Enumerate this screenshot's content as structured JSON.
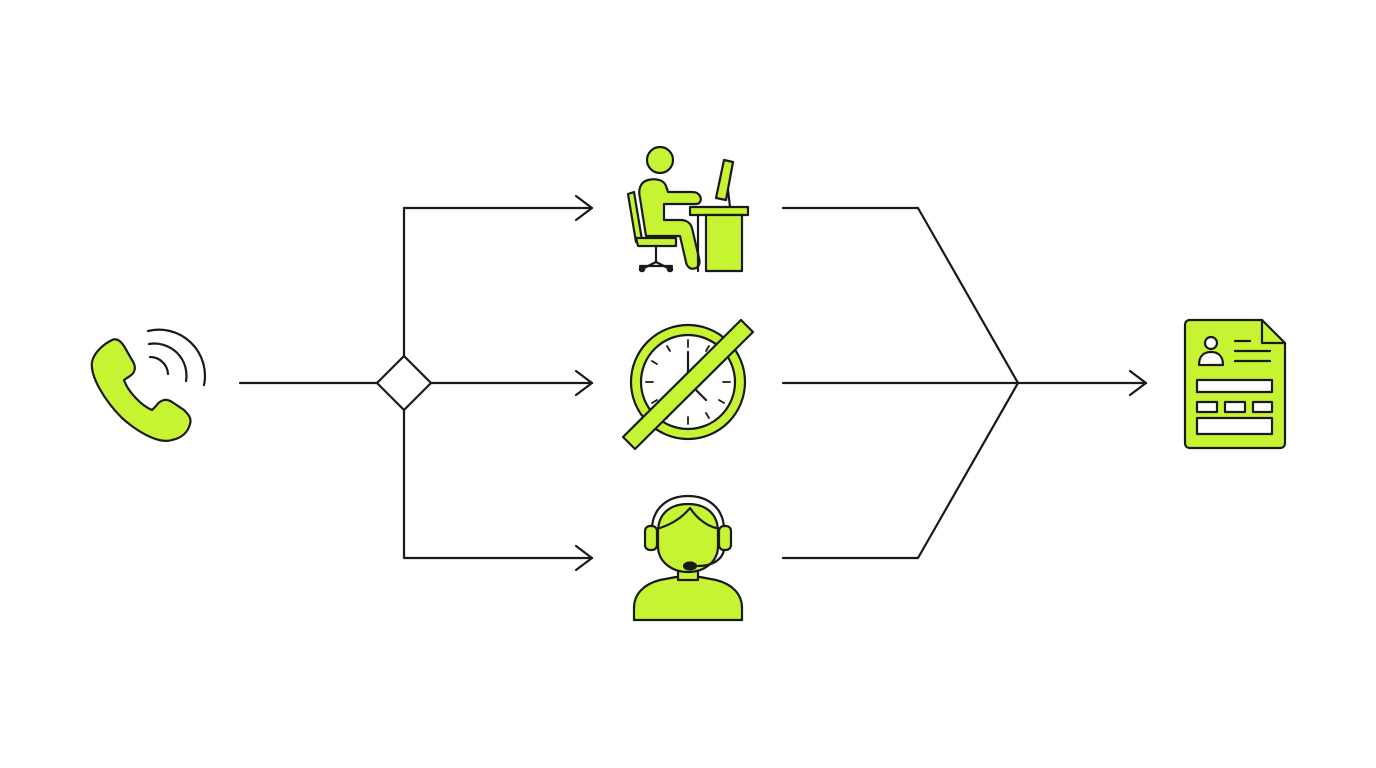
{
  "diagram": {
    "type": "flow",
    "colors": {
      "accent": "#c6f432",
      "line": "#1a1a1a",
      "background": "#ffffff"
    },
    "nodes": [
      {
        "id": "incoming-call",
        "icon": "phone-ringing-icon"
      },
      {
        "id": "routing-decision",
        "icon": "decision-diamond"
      },
      {
        "id": "office-agent",
        "icon": "desk-worker-icon"
      },
      {
        "id": "after-hours",
        "icon": "clock-crossed-icon"
      },
      {
        "id": "support-agent",
        "icon": "headset-agent-icon"
      },
      {
        "id": "record",
        "icon": "contact-document-icon"
      }
    ],
    "edges": [
      {
        "from": "incoming-call",
        "to": "routing-decision"
      },
      {
        "from": "routing-decision",
        "to": "office-agent"
      },
      {
        "from": "routing-decision",
        "to": "after-hours"
      },
      {
        "from": "routing-decision",
        "to": "support-agent"
      },
      {
        "from": "office-agent",
        "to": "record"
      },
      {
        "from": "after-hours",
        "to": "record"
      },
      {
        "from": "support-agent",
        "to": "record"
      }
    ]
  }
}
